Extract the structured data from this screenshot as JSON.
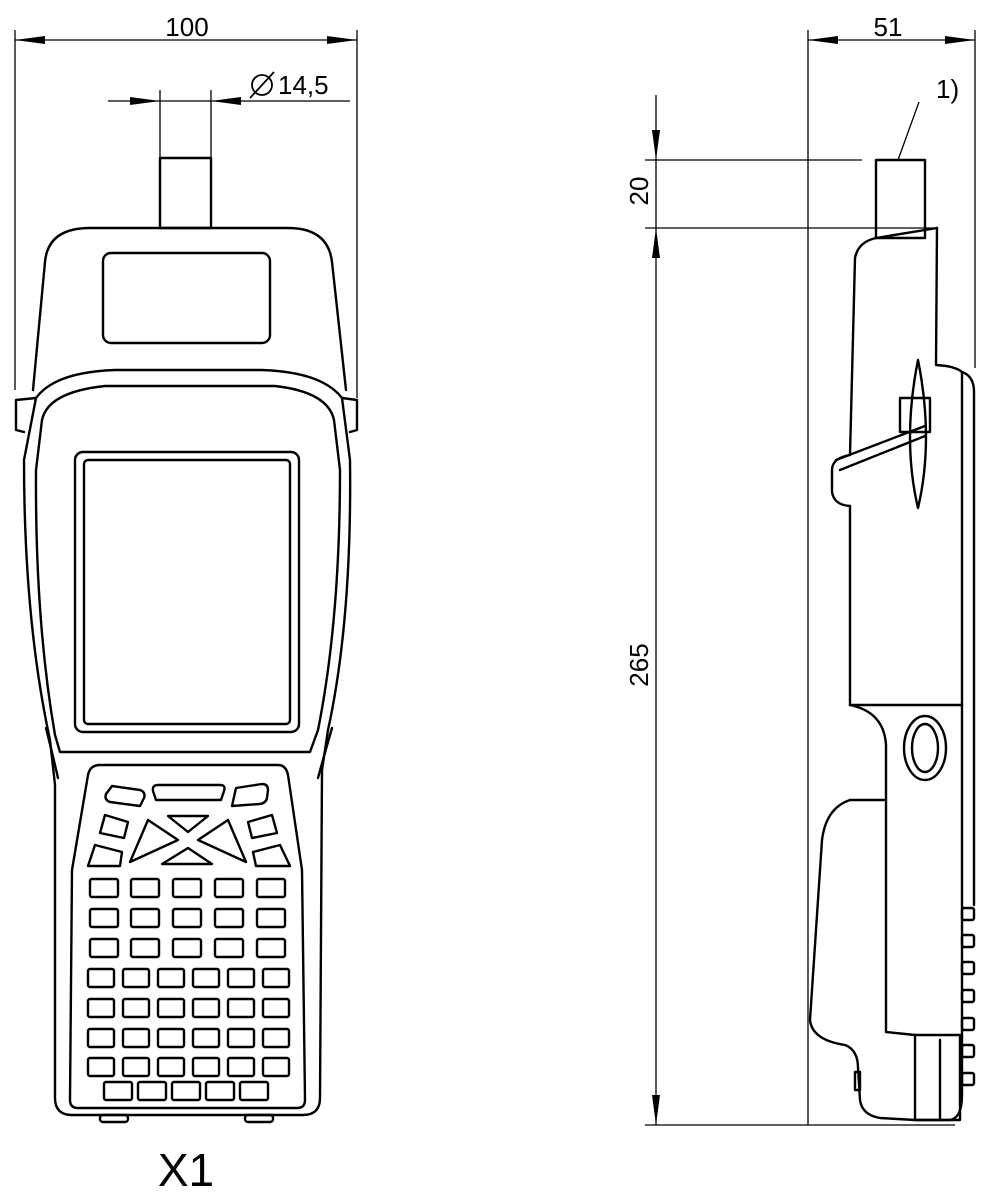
{
  "colors": {
    "line": "#000000",
    "background": "#ffffff"
  },
  "front_view": {
    "width_dimension": "100",
    "antenna_diameter": "14,5",
    "diameter_icon": "diameter-icon",
    "view_label": "X1"
  },
  "side_view": {
    "depth_dimension": "51",
    "footnote_marker": "1)",
    "antenna_height_dimension": "20",
    "body_height_dimension": "265"
  }
}
